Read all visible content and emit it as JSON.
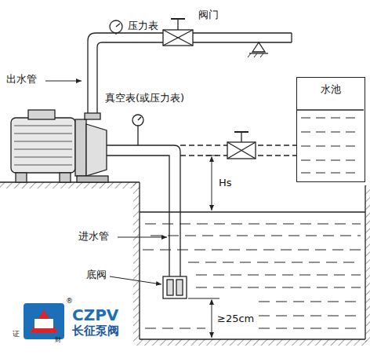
{
  "diagram": {
    "nodes": [
      {
        "text": [
          "水池"
        ]
      }
    ],
    "labels": [
      "压力表",
      "阀门",
      "出水管",
      "真空表(或压力表)",
      "Hs",
      "进水管",
      "底阀",
      "≥25cm",
      "CZPV",
      "长征泵阀",
      "®",
      "证",
      "财"
    ]
  }
}
